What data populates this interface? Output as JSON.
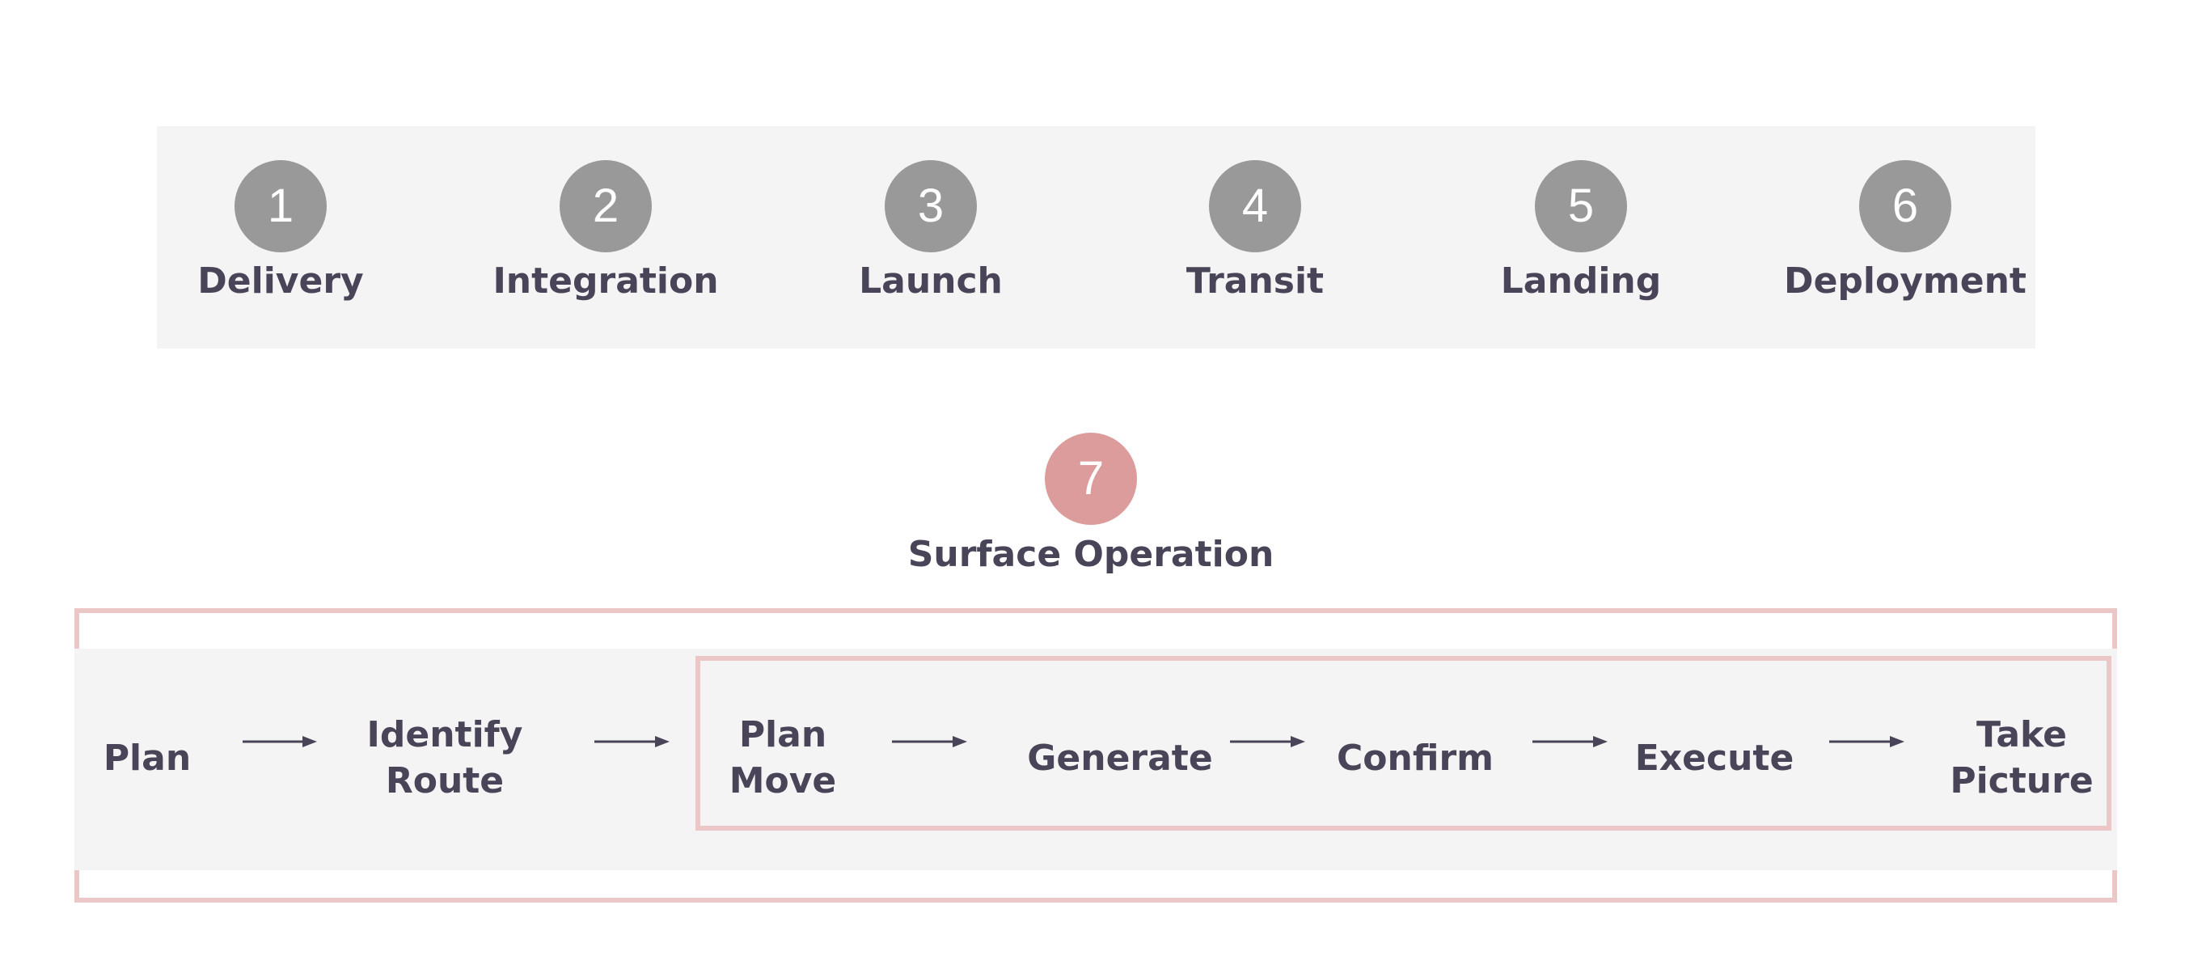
{
  "phases": [
    {
      "number": "1",
      "label": "Delivery"
    },
    {
      "number": "2",
      "label": "Integration"
    },
    {
      "number": "3",
      "label": "Launch"
    },
    {
      "number": "4",
      "label": "Transit"
    },
    {
      "number": "5",
      "label": "Landing"
    },
    {
      "number": "6",
      "label": "Deployment"
    }
  ],
  "active_phase": {
    "number": "7",
    "label": "Surface Operation"
  },
  "steps": [
    {
      "line1": "Plan",
      "line2": ""
    },
    {
      "line1": "Identify",
      "line2": "Route"
    },
    {
      "line1": "Plan",
      "line2": "Move"
    },
    {
      "line1": "Generate",
      "line2": ""
    },
    {
      "line1": "Confirm",
      "line2": ""
    },
    {
      "line1": "Execute",
      "line2": ""
    },
    {
      "line1": "Take",
      "line2": "Picture"
    }
  ],
  "colors": {
    "phase_circle": "#999999",
    "active_circle": "#dd9c9c",
    "frame": "#ecc7c7",
    "panel": "#f4f4f4",
    "text": "#4a4458"
  },
  "icons": {
    "flow_arrow": "arrow-right-icon"
  }
}
